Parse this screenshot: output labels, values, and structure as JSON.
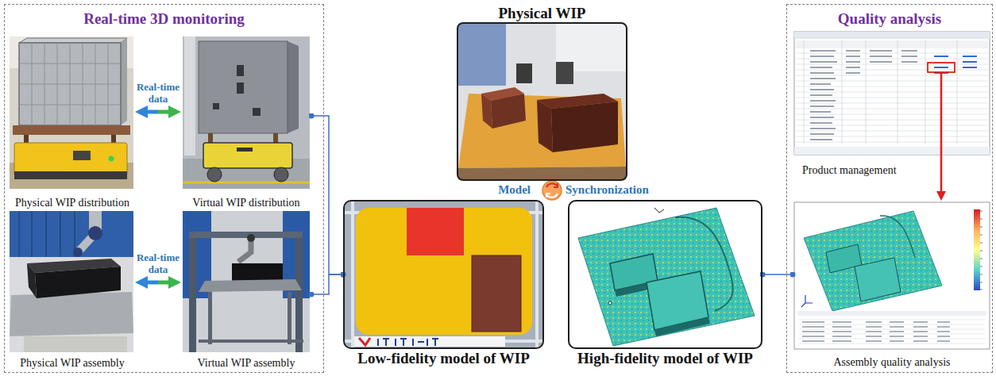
{
  "diagram": {
    "nodes": [
      {
        "text": [
          "Real-time 3D monitoring"
        ]
      },
      {
        "text": [
          "Physical WIP distribution"
        ],
        "in": 0
      },
      {
        "text": [
          "Virtual WIP distribution"
        ],
        "in": 0
      },
      {
        "text": [
          "Physical WIP assembly"
        ],
        "in": 0
      },
      {
        "text": [
          "Virtual WIP assembly"
        ],
        "in": 0
      },
      {
        "text": [
          "Physical WIP"
        ]
      },
      {
        "text": [
          "Low-fidelity model of WIP"
        ]
      },
      {
        "text": [
          "High-fidelity model of WIP"
        ]
      },
      {
        "text": [
          "Quality analysis"
        ]
      },
      {
        "text": [
          "Product management"
        ],
        "in": 8
      },
      {
        "text": [
          "Assembly quality analysis"
        ],
        "in": 8
      }
    ],
    "edges": [
      {
        "from": 1,
        "to": 2,
        "arrow": "both",
        "label": "Real-time data"
      },
      {
        "from": 3,
        "to": 4,
        "arrow": "both",
        "label": "Real-time data"
      },
      {
        "from": 2,
        "to": 6,
        "arrow": "none"
      },
      {
        "from": 4,
        "to": 6,
        "arrow": "none"
      },
      {
        "from": 7,
        "to": 10,
        "arrow": "none"
      },
      {
        "from": 9,
        "to": 10,
        "arrow": "to"
      }
    ],
    "labels": [
      "Model",
      "Synchronization"
    ]
  }
}
